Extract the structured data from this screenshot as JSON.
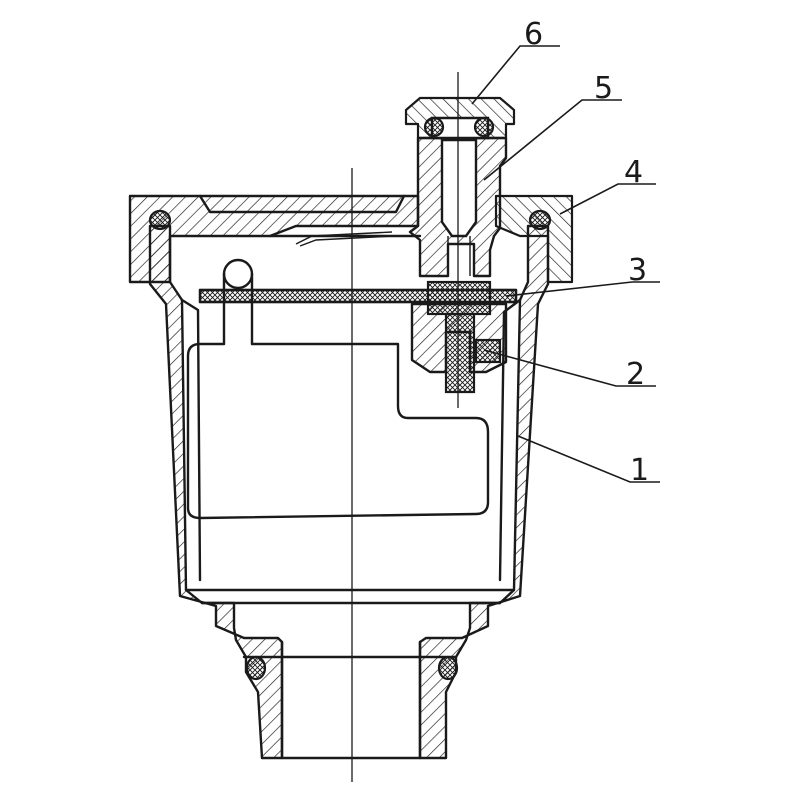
{
  "labels": [
    {
      "id": "1",
      "text": "1"
    },
    {
      "id": "2",
      "text": "2"
    },
    {
      "id": "3",
      "text": "3"
    },
    {
      "id": "4",
      "text": "4"
    },
    {
      "id": "5",
      "text": "5"
    },
    {
      "id": "6",
      "text": "6"
    }
  ],
  "colors": {
    "line": "#1a1a1a",
    "background": "#ffffff"
  }
}
